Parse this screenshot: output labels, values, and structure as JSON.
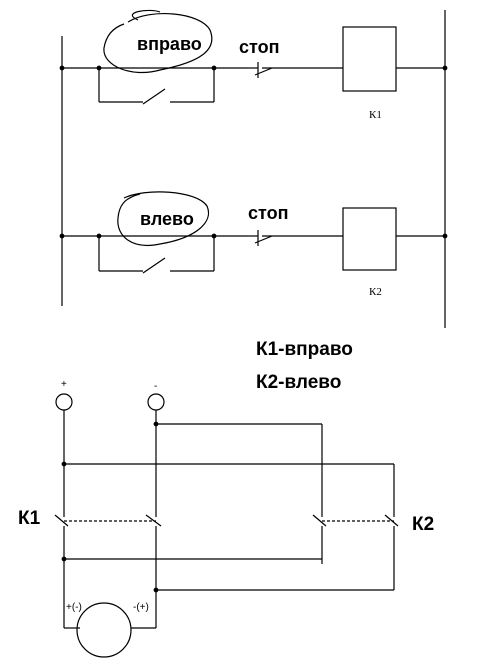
{
  "diagram": {
    "rung1": {
      "button_label": "вправо",
      "stop_label": "стоп",
      "coil_label": "К1"
    },
    "rung2": {
      "button_label": "влево",
      "stop_label": "стоп",
      "coil_label": "К2"
    },
    "legend": {
      "line1": "К1-вправо",
      "line2": "К2-влево"
    },
    "power": {
      "plus_label": "+",
      "minus_label": "-"
    },
    "contactors": {
      "left_label": "К1",
      "right_label": "К2"
    },
    "motor": {
      "left_terminal": "+(-)",
      "right_terminal": "-(+)"
    }
  }
}
